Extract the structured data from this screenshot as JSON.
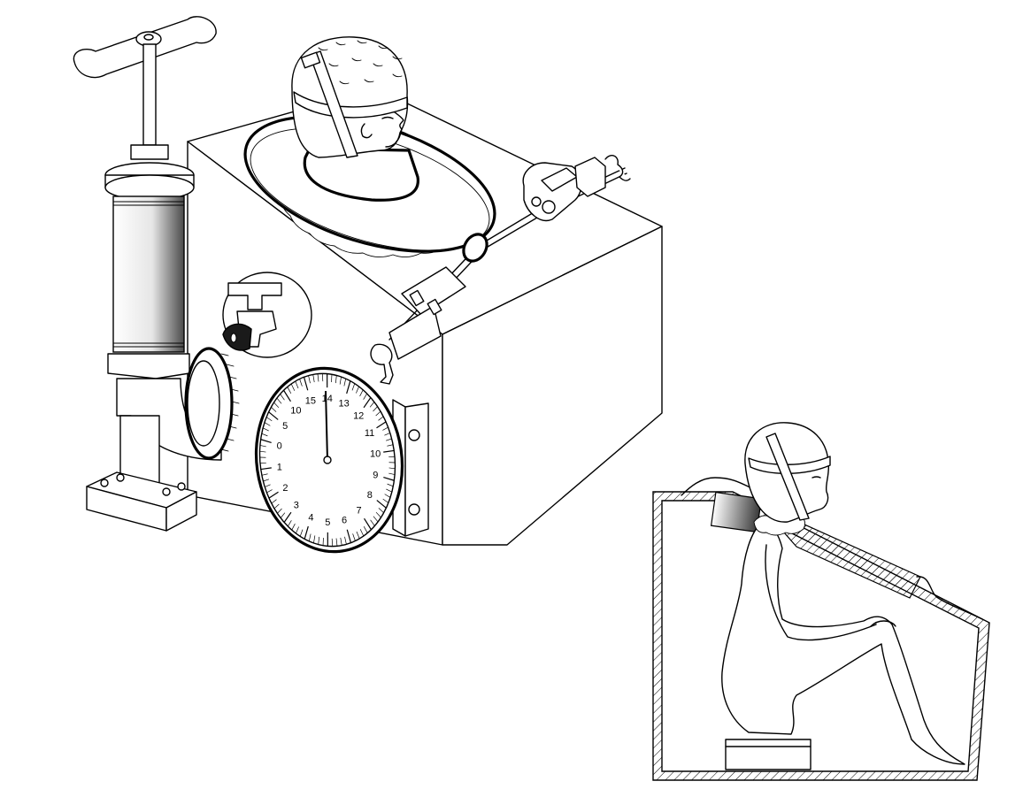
{
  "illustration": {
    "gauge": {
      "scale_labels": [
        "15",
        "10",
        "5",
        "0",
        "1",
        "2",
        "3",
        "4",
        "5",
        "6",
        "7",
        "8",
        "9",
        "10",
        "11",
        "12",
        "13",
        "14"
      ],
      "needle_value": "14"
    }
  }
}
